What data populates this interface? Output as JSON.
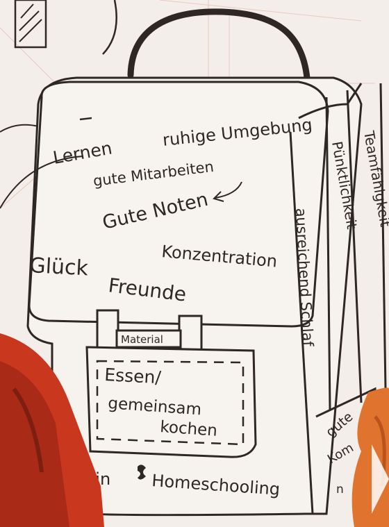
{
  "backpack": {
    "flap_words": {
      "lernen": "Lernen",
      "ruhige_umgebung": "ruhige Umgebung",
      "gute_mitarbeiten": "gute Mitarbeiten",
      "gute_noten": "Gute Noten",
      "glueck": "Glück",
      "konzentration": "Konzentration",
      "freunde": "Freunde"
    },
    "strap_label": "Material",
    "pocket_lines": [
      "Essen/",
      "gemeinsam",
      "kochen"
    ],
    "side_words": {
      "ausreichend_schlaf": "ausreichend Schlaf",
      "puenktlichkeit": "Pünktlichkeit",
      "teamfaehigkeit": "Teamfähigkeit"
    },
    "bottom_text": "Kein",
    "bottom_text_2": "Homeschooling",
    "side_pocket": [
      "gute",
      "Kom",
      "n"
    ]
  },
  "colors": {
    "paper": "#f3eee9",
    "ink": "#2e2724",
    "hoodie_red": "#c9371f",
    "orange_jacket": "#e0742e",
    "faint_lines": "#e8b8ad"
  }
}
